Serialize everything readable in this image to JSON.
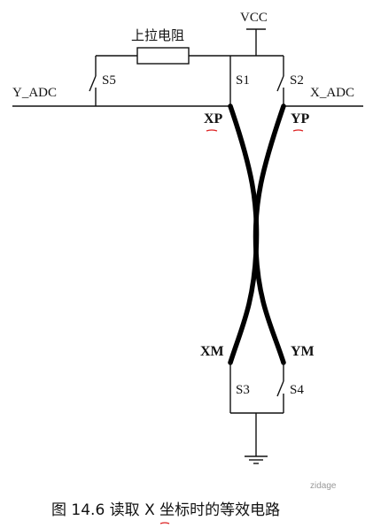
{
  "diagram": {
    "labels": {
      "vcc": "VCC",
      "pullup_resistor": "上拉电阻",
      "y_adc": "Y_ADC",
      "x_adc": "X_ADC",
      "s1": "S1",
      "s2": "S2",
      "s3": "S3",
      "s4": "S4",
      "s5": "S5",
      "xp": "XP",
      "yp": "YP",
      "xm": "XM",
      "ym": "YM"
    },
    "caption": "图 14.6 读取 X 坐标时的等效电路",
    "watermark": "zidage",
    "colors": {
      "line": "#111111",
      "annotation_underline": "#dd2222"
    }
  }
}
